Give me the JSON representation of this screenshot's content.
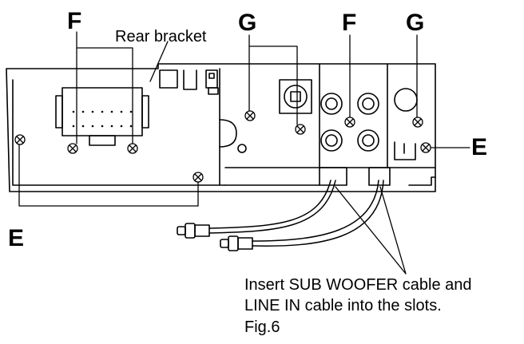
{
  "labels": {
    "f_left": "F",
    "g_left": "G",
    "f_right": "F",
    "g_right": "G",
    "e_right": "E",
    "e_left": "E",
    "rear_bracket": "Rear bracket"
  },
  "caption": {
    "line1": "Insert SUB WOOFER cable and",
    "line2": "LINE IN cable into the slots.",
    "figure": "Fig.6"
  }
}
